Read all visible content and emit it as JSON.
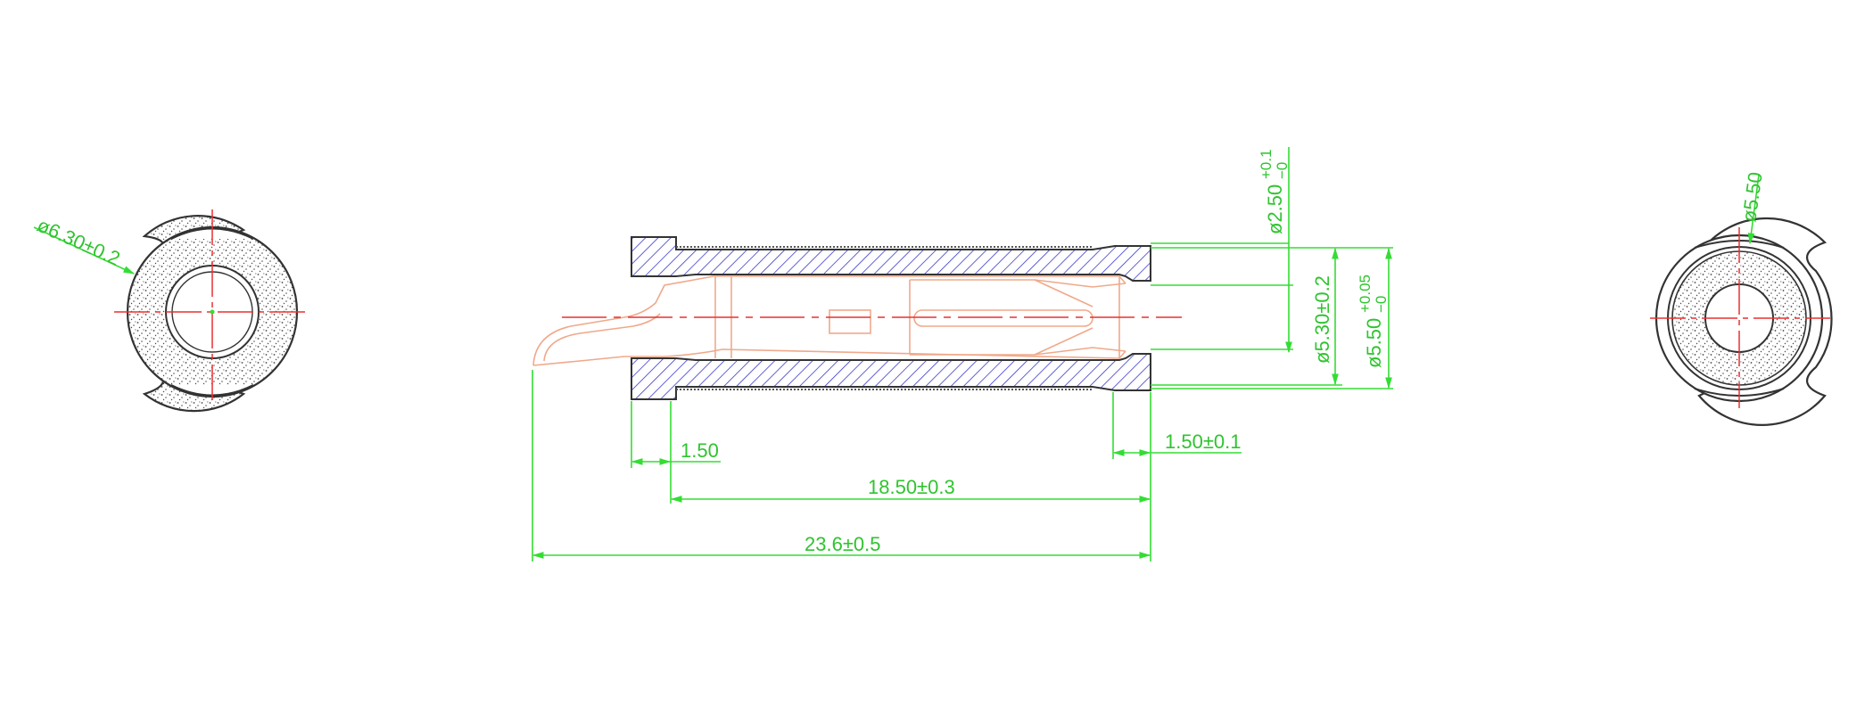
{
  "dimensions": {
    "left_view_diameter": "ø6.30±0.2",
    "right_view_diameter": "ø5.50",
    "pin_hole_diameter_main": "ø2.50",
    "pin_hole_tol_upper": "+0.1",
    "pin_hole_tol_lower": "−0",
    "body_inner_diameter": "ø5.30±0.2",
    "body_outer_diameter_main": "ø5.50",
    "body_outer_tol_upper": "+0.05",
    "body_outer_tol_lower": "−0",
    "flange_length": "1.50",
    "tip_length": "1.50±0.1",
    "body_length": "18.50±0.3",
    "overall_length": "23.6±0.5"
  },
  "colors": {
    "dimension": "#33dd33",
    "center_line": "#e83030",
    "outline": "#333333",
    "hatch": "#3a3acc",
    "internal_part": "#f0a88a"
  }
}
